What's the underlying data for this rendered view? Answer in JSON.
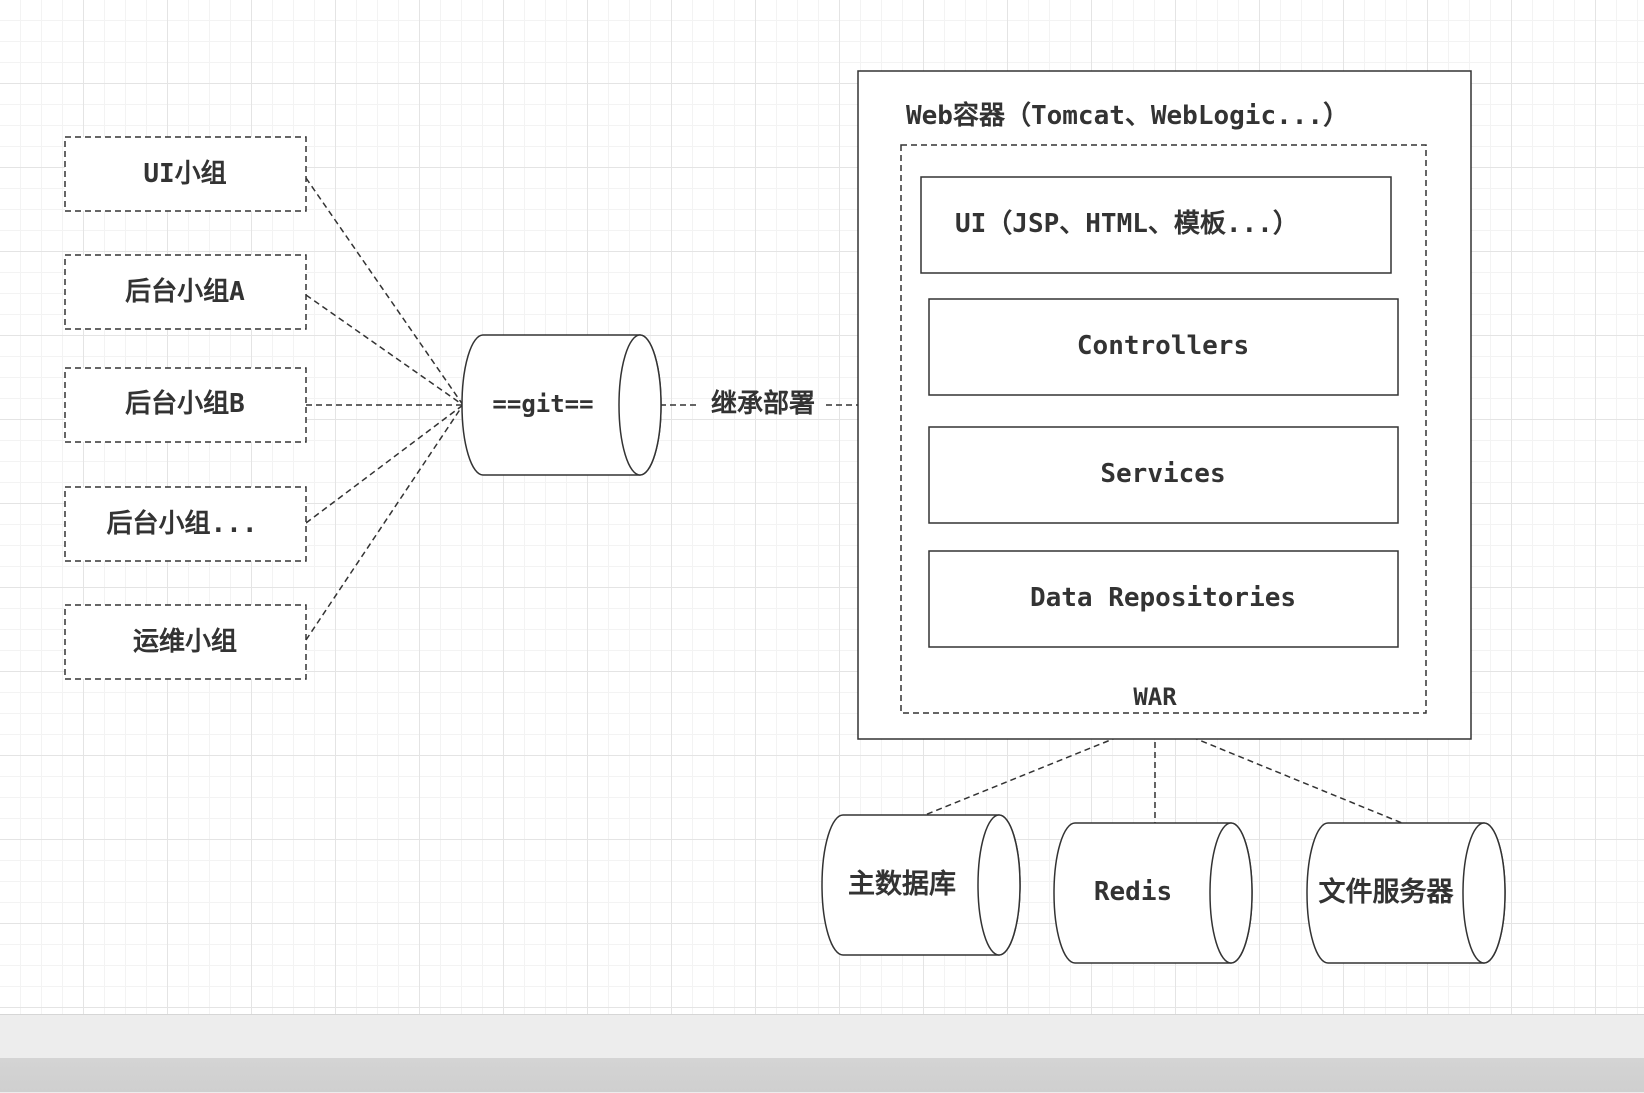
{
  "teams": [
    "UI小组",
    "后台小组A",
    "后台小组B",
    "后台小组...",
    "运维小组"
  ],
  "repository": {
    "label": "==git=="
  },
  "deploy_edge": {
    "label": "继承部署"
  },
  "web_container": {
    "title": "Web容器（Tomcat、WebLogic...）",
    "war": {
      "label": "WAR",
      "layers": [
        "UI（JSP、HTML、模板...）",
        "Controllers",
        "Services",
        "Data Repositories"
      ]
    }
  },
  "stores": [
    "主数据库",
    "Redis",
    "文件服务器"
  ],
  "colors": {
    "stroke": "#333333",
    "text": "#333333",
    "fill": "#ffffff"
  }
}
